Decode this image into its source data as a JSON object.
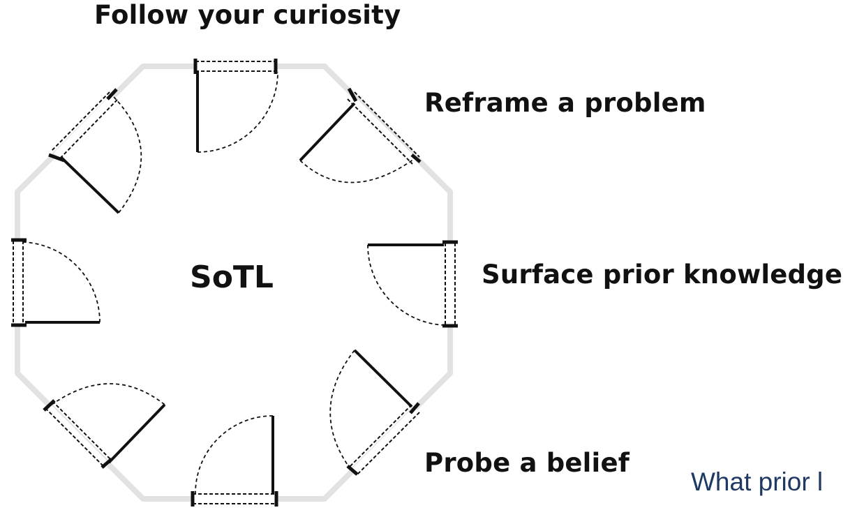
{
  "diagram": {
    "center": "SoTL",
    "labels": {
      "top": "Follow your curiosity",
      "upper_right": "Reframe a problem",
      "right": "Surface prior knowledge",
      "lower_right": "Probe a belief"
    },
    "clipped_text": "What prior l"
  },
  "colors": {
    "wall": "#e2e2e2",
    "ink": "#111111",
    "clipped_text": "#1f3864"
  }
}
